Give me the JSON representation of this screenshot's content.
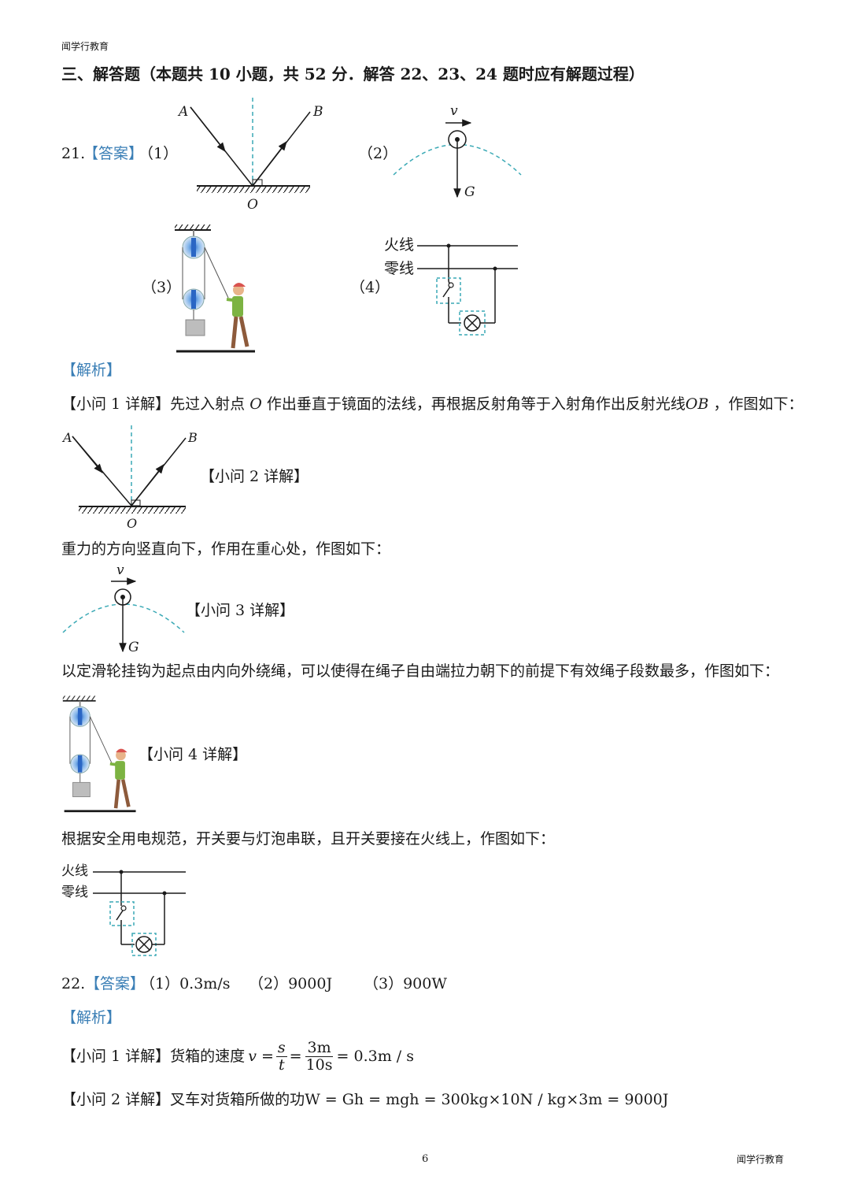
{
  "header": {
    "brand": "闻学行教育"
  },
  "section_title": "三、解答题（本题共 10 小题，共 52 分．解答 22、23、24 题时应有解题过程）",
  "q21": {
    "number": "21.",
    "answer_tag": "【答案】",
    "part1": "（1）",
    "part2": "（2）",
    "part3": "（3）",
    "part4": "（4）",
    "analysis_tag": "【解析】",
    "sub1_tag": "【小问 1 详解】",
    "sub1_text_a": "先过入射点",
    "sub1_O": "O",
    "sub1_text_b": "作出垂直于镜面的法线，再根据反射角等于入射角作出反射光线",
    "sub1_OB": "OB",
    "sub1_text_c": "，作图如下：",
    "sub2_tag": "【小问 2 详解】",
    "sub2_text": "重力的方向竖直向下，作用在重心处，作图如下：",
    "sub3_tag": "【小问 3 详解】",
    "sub3_text": "以定滑轮挂钩为起点由内向外绕绳，可以使得在绳子自由端拉力朝下的前提下有效绳子段数最多，作图如下：",
    "sub4_tag": "【小问 4 详解】",
    "sub4_text": "根据安全用电规范，开关要与灯泡串联，且开关要接在火线上，作图如下：",
    "labels": {
      "A": "A",
      "B": "B",
      "O": "O",
      "v": "v",
      "G": "G",
      "live": "火线",
      "neutral": "零线"
    }
  },
  "q22": {
    "number": "22.",
    "answer_tag": "【答案】",
    "ans1": "（1）0.3m/s",
    "ans2": "（2）9000J",
    "ans3": "（3）900W",
    "analysis_tag": "【解析】",
    "sub1_tag": "【小问 1 详解】",
    "sub1_text": "货箱的速度",
    "sub1_lhs": "v =",
    "sub1_frac1_num": "s",
    "sub1_frac1_den": "t",
    "sub1_eq": "=",
    "sub1_frac2_num": "3m",
    "sub1_frac2_den": "10s",
    "sub1_result": "= 0.3m / s",
    "sub2_tag": "【小问 2 详解】",
    "sub2_text": "叉车对货箱所做的功",
    "sub2_formula": "W = Gh = mgh = 300kg×10N / kg×3m = 9000J"
  },
  "footer": {
    "page_number": "6",
    "brand": "闻学行教育"
  },
  "colors": {
    "accent_blue": "#3b7fb6",
    "dashed_cyan": "#3aa9b5"
  }
}
